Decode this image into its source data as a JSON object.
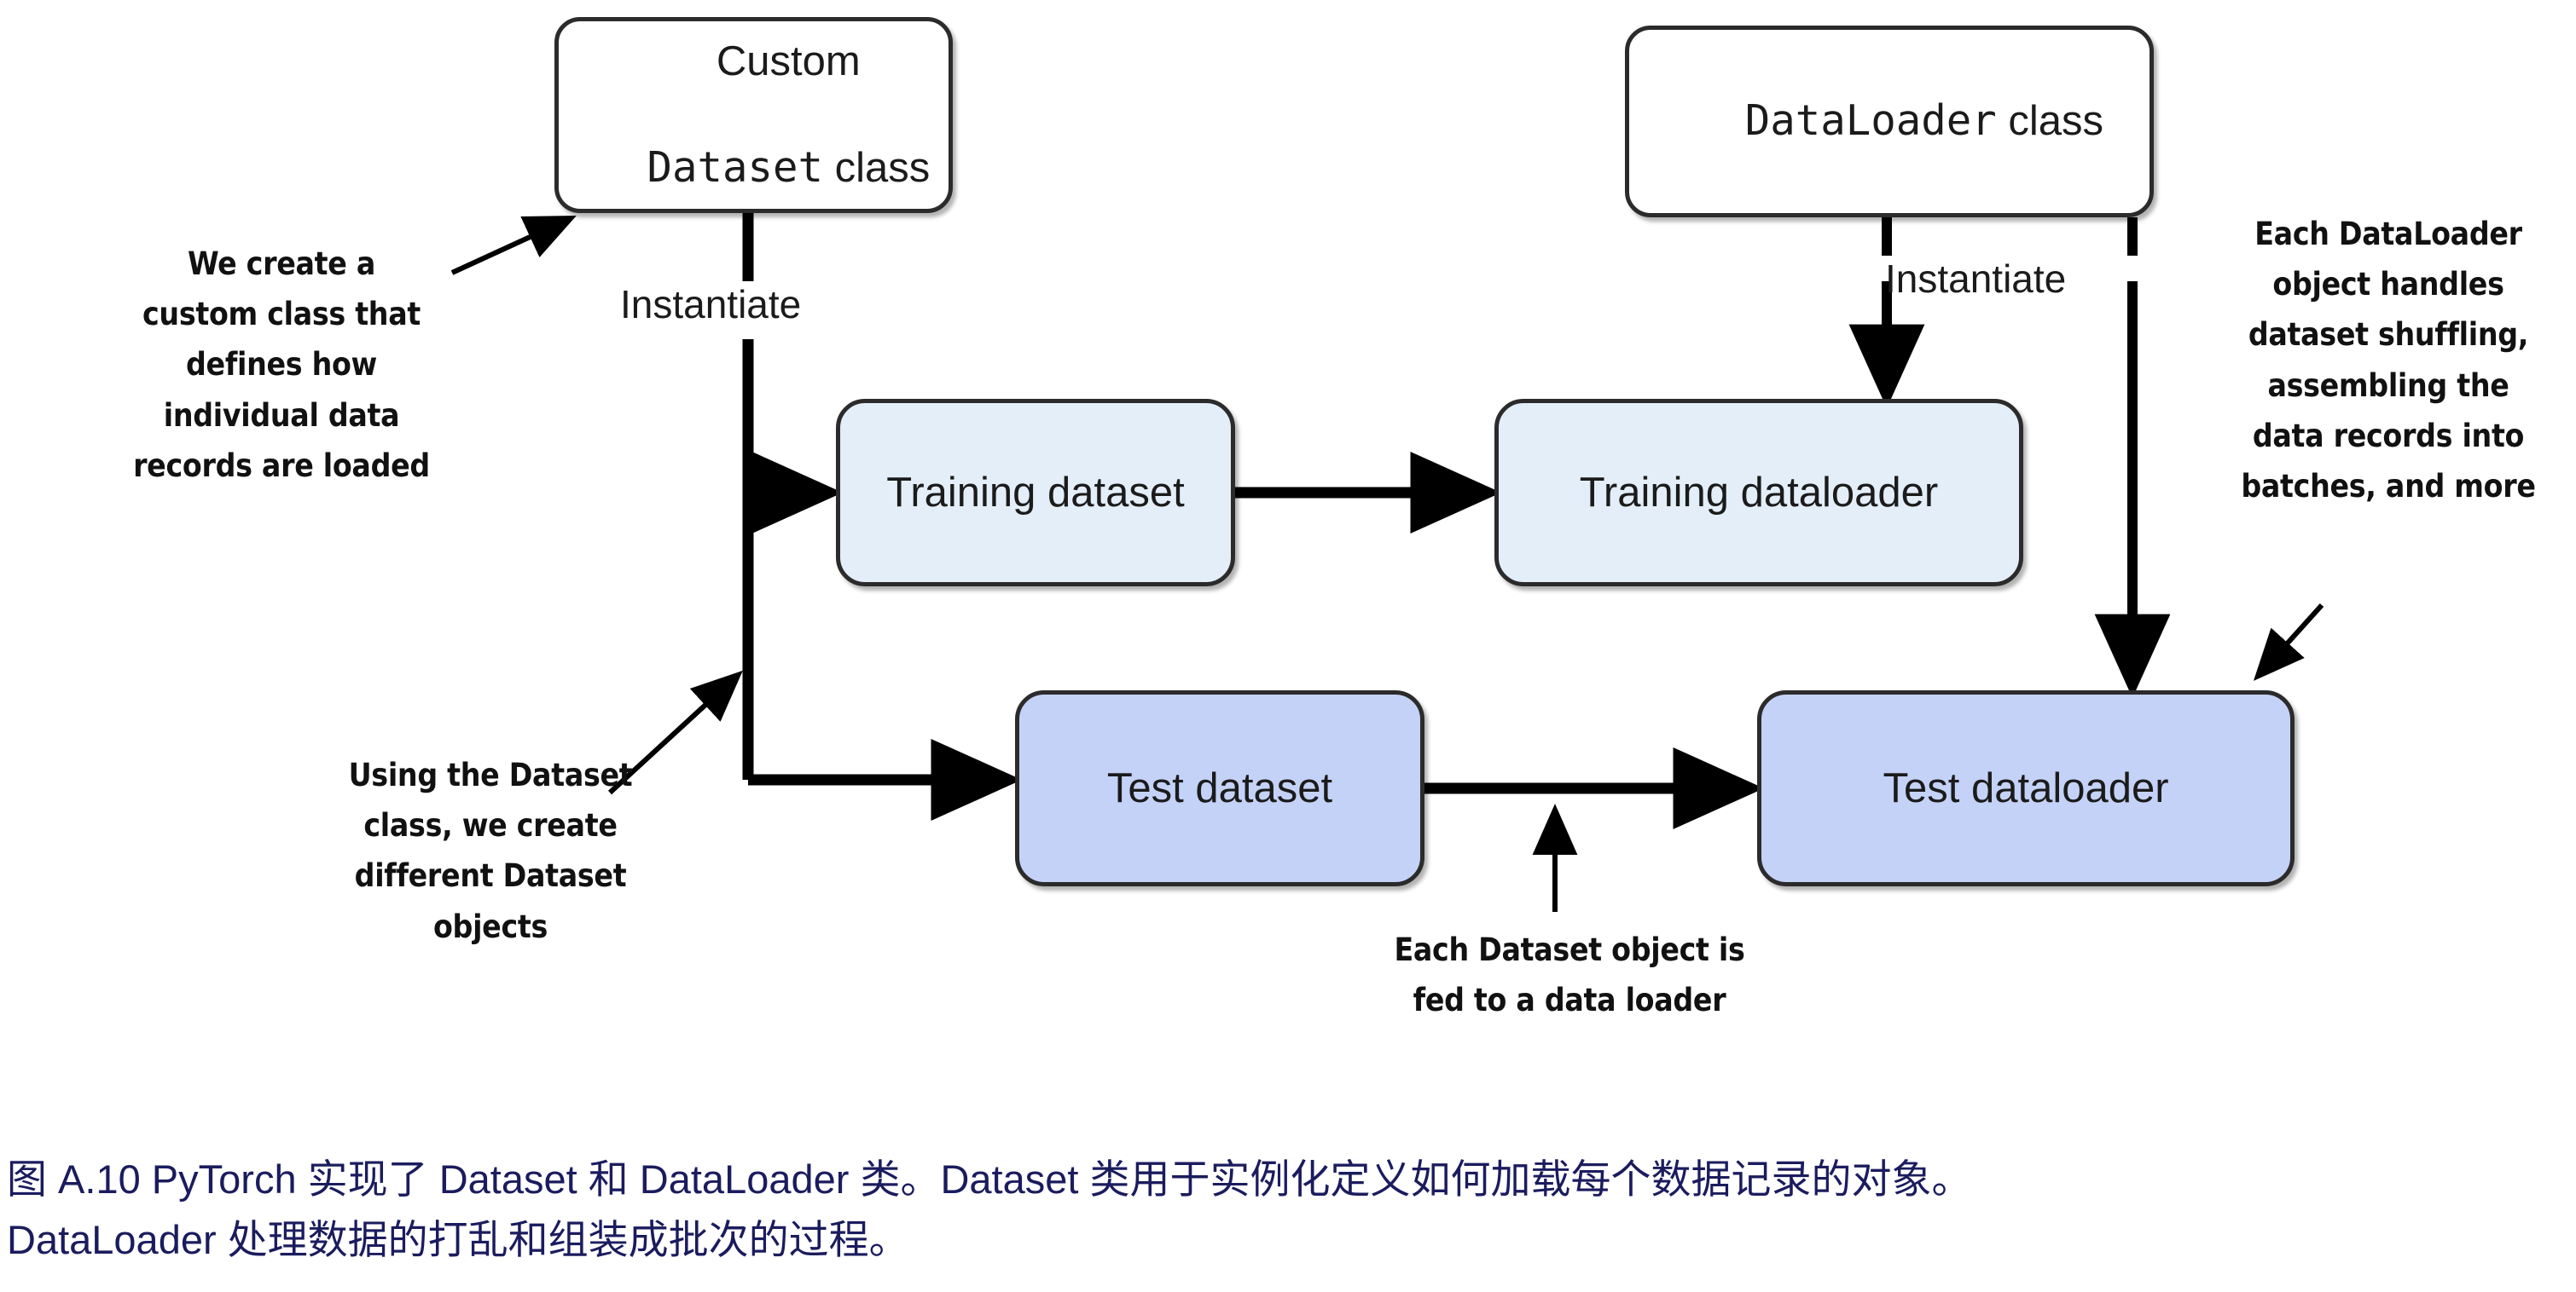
{
  "diagram": {
    "nodes": [
      {
        "id": "custom-dataset-class",
        "label_line1": "Custom",
        "label_line2_mono": "Dataset",
        "label_line2_sans": " class",
        "fill": "#ffffff"
      },
      {
        "id": "dataloader-class",
        "label_mono": "DataLoader",
        "label_sans": " class",
        "fill": "#ffffff"
      },
      {
        "id": "training-dataset",
        "label": "Training dataset",
        "fill": "#e3eef9"
      },
      {
        "id": "training-dataloader",
        "label": "Training dataloader",
        "fill": "#e3eef9"
      },
      {
        "id": "test-dataset",
        "label": "Test dataset",
        "fill": "#c4d2f7"
      },
      {
        "id": "test-dataloader",
        "label": "Test dataloader",
        "fill": "#c4d2f7"
      }
    ],
    "edge_labels": {
      "instantiate_left": "Instantiate",
      "instantiate_right": "Instantiate"
    },
    "annotations": {
      "create_class": "We create a\ncustom class that\ndefines how\nindividual data\nrecords are loaded",
      "using_dataset": "Using the Dataset\nclass, we create\ndifferent Dataset\nobjects",
      "dataloader_handles": "Each DataLoader\nobject handles\ndataset shuffling,\nassembling the\ndata records into\nbatches, and more",
      "fed_to_loader": "Each Dataset object is\nfed to a data loader"
    },
    "colors": {
      "stroke": "#2b2b2b",
      "arrow": "#000000",
      "box_light_blue": "#e3eef9",
      "box_mid_blue": "#c4d2f7",
      "caption_text": "#1b1c5e",
      "annotation_text": "#111111"
    }
  },
  "caption": {
    "text": "图 A.10 PyTorch 实现了 Dataset 和 DataLoader 类。Dataset 类用于实例化定义如何加载每个数据记录的对象。\nDataLoader 处理数据的打乱和组装成批次的过程。"
  }
}
